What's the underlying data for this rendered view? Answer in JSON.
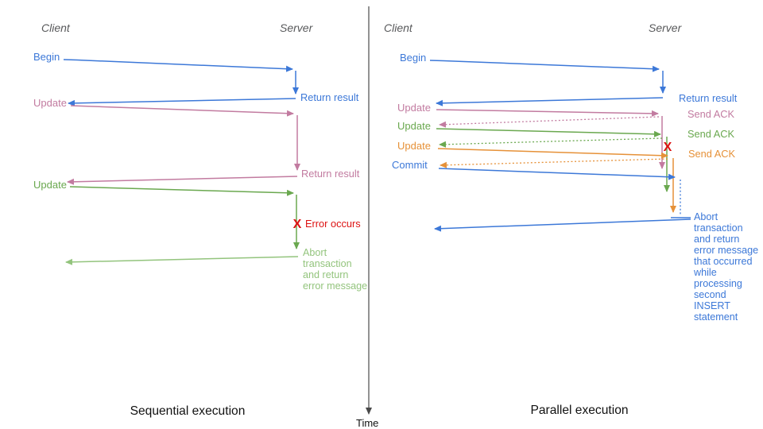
{
  "palette": {
    "blue": "#3c78d8",
    "pink": "#c27ba0",
    "green": "#6aa84f",
    "light_green": "#93c47d",
    "orange": "#e69138",
    "red": "#dd1111",
    "header_gray": "#58595b",
    "axis_gray": "#4a4a4a",
    "title_black": "#111111"
  },
  "time_axis": {
    "label": "Time"
  },
  "sequential": {
    "title": "Sequential execution",
    "client_header": "Client",
    "server_header": "Server",
    "begin_label": "Begin",
    "return_result_1": "Return result",
    "update_1_label": "Update",
    "return_result_2": "Return result",
    "update_2_label": "Update",
    "error_x": "X",
    "error_label": "Error occurs",
    "abort_lines": [
      "Abort",
      "transaction",
      "and return",
      "error message"
    ]
  },
  "parallel": {
    "title": "Parallel execution",
    "client_header": "Client",
    "server_header": "Server",
    "begin_label": "Begin",
    "return_result": "Return result",
    "update_1_label": "Update",
    "send_ack_1": "Send ACK",
    "update_2_label": "Update",
    "send_ack_2": "Send ACK",
    "update_3_label": "Update",
    "send_ack_3": "Send ACK",
    "commit_label": "Commit",
    "error_x": "X",
    "abort_lines": [
      "Abort",
      "transaction",
      "and return",
      "error message",
      "that occurred",
      "while",
      "processing",
      "second",
      "INSERT",
      "statement"
    ]
  }
}
